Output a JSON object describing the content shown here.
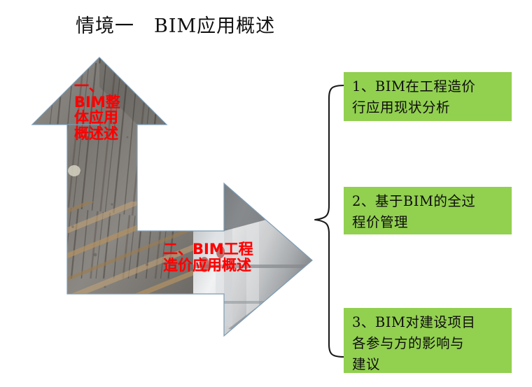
{
  "slide": {
    "title": "情境一　BIM应用概述",
    "background_color": "#FFFFFF"
  },
  "colors": {
    "green_box_fill": "#92D050",
    "arrow_label_red": "#FF0000",
    "title_text": "#111111",
    "brace_stroke": "#1A1A1A",
    "arrow_outline": "#7B9BB3"
  },
  "arrow": {
    "name": "bent-arrow-up-right",
    "picture_fill": "construction-site-photo",
    "labels": [
      {
        "id": "arrow-label-1",
        "text": "一、\nBIM整\n体应用\n概述述"
      },
      {
        "id": "arrow-label-2",
        "text": "二、BIM工程\n造价应用概述"
      }
    ]
  },
  "brace": {
    "shape": "left-curly-brace",
    "orientation": "tip-left"
  },
  "callouts": [
    {
      "id": 1,
      "text": "1、BIM在工程造价\n行应用现状分析"
    },
    {
      "id": 2,
      "text": "2、基于BIM的全过\n程价管理"
    },
    {
      "id": 3,
      "text": "3、BIM对建设项目\n各参与方的影响与\n建议"
    }
  ]
}
